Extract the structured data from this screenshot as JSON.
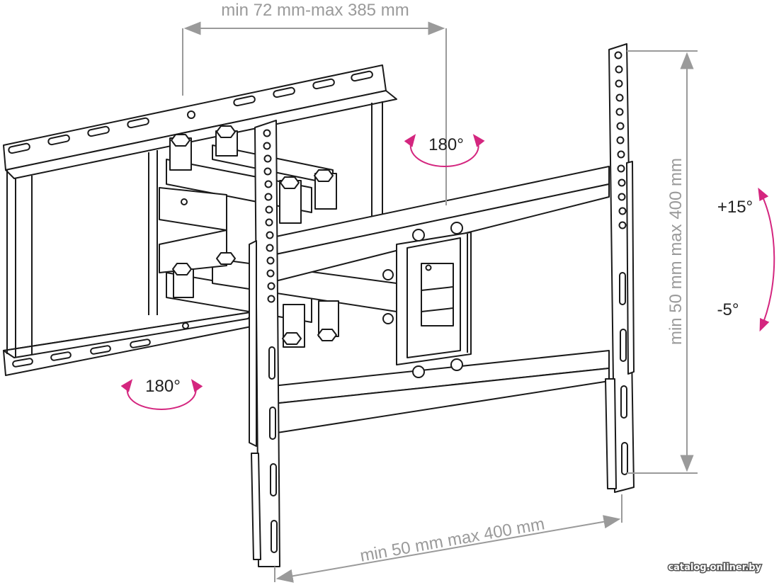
{
  "dimensions": {
    "top_spread": "min 72 mm-max 385 mm",
    "right_vertical": "min 50 mm max 400 mm",
    "bottom_horizontal": "min 50 mm max 400 mm"
  },
  "angles": {
    "swivel_top": "180°",
    "swivel_left": "180°",
    "tilt_up": "+15°",
    "tilt_down": "-5°"
  },
  "watermark": "catalog.onliner.by",
  "colors": {
    "line": "#1a1a1a",
    "dimension": "#9a9a9a",
    "accent": "#d4267f"
  }
}
